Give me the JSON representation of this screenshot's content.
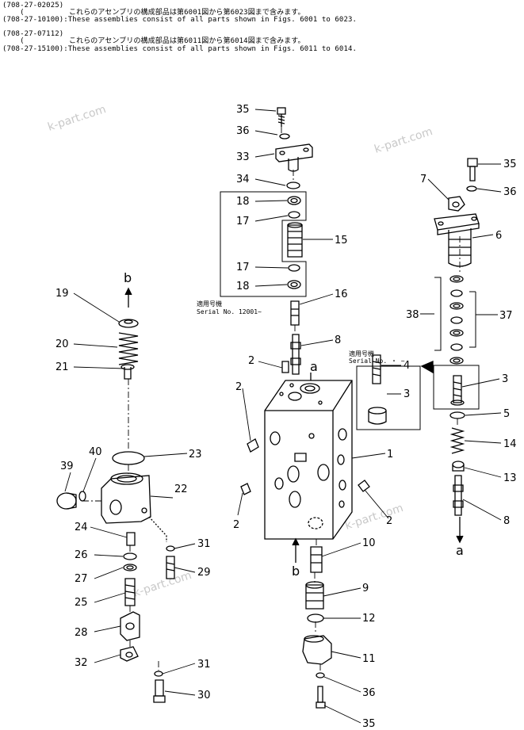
{
  "header": {
    "lines": [
      {
        "pn": "(708-27-02025)",
        "text": ""
      },
      {
        "pn": "    (",
        "text": "これらのアセンブリの構成部品は第6001図から第6023図まで含みます。"
      },
      {
        "pn": "(708-27-10100)",
        "text": ":These assemblies consist of all parts shown in Figs. 6001 to 6023."
      },
      {
        "pn": "(708-27-07112)",
        "text": ""
      },
      {
        "pn": "    (",
        "text": "これらのアセンブリの構成部品は第6011図から第6014図まで含みます。"
      },
      {
        "pn": "(708-27-15100)",
        "text": ":These assemblies consist of all parts shown in Figs. 6011 to 6014."
      }
    ]
  },
  "watermark": "k-part.com",
  "notes": {
    "serial_a_jp": "適用号機",
    "serial_a_en": "Serial No. 12001~",
    "serial_b_jp": "適用号機",
    "serial_b_en": "Serial No.  ・ ~"
  },
  "flow_labels": {
    "a": "a",
    "b": "b"
  },
  "callouts": {
    "c35a": "35",
    "c36a": "36",
    "c33": "33",
    "c34": "34",
    "c18a": "18",
    "c17a": "17",
    "c15": "15",
    "c17b": "17",
    "c18b": "18",
    "c16": "16",
    "c8a": "8",
    "c7": "7",
    "c35b": "35",
    "c36b": "36",
    "c6": "6",
    "c38": "38",
    "c37": "37",
    "c4": "4",
    "c3a": "3",
    "c3b": "3",
    "c5": "5",
    "c14": "14",
    "c13": "13",
    "c8b": "8",
    "c19": "19",
    "c20": "20",
    "c21": "21",
    "c23": "23",
    "c39": "39",
    "c40": "40",
    "c22": "22",
    "c24": "24",
    "c31a": "31",
    "c26": "26",
    "c27": "27",
    "c29": "29",
    "c25": "25",
    "c28": "28",
    "c32": "32",
    "c31b": "31",
    "c30": "30",
    "c2a": "2",
    "c2b": "2",
    "c2c": "2",
    "c2d": "2",
    "c1": "1",
    "c10": "10",
    "c9": "9",
    "c12": "12",
    "c11": "11",
    "c36c": "36",
    "c35c": "35"
  }
}
